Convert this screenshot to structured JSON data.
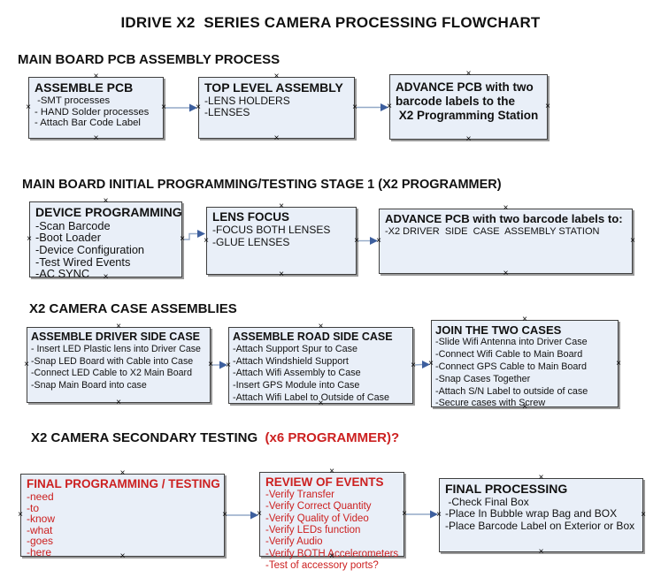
{
  "title": "IDRIVE X2  SERIES CAMERA PROCESSING FLOWCHART",
  "decor": {
    "handle_glyph": "×"
  },
  "colors": {
    "accent-red": "#cc2020",
    "box-fill": "#e9eff8",
    "box-border": "#3f3f3f",
    "box-shadow": "#9a9a9a",
    "arrow-line": "#93a9c7",
    "arrow-head": "#3d5f9e",
    "text": "#111111",
    "background": "#ffffff"
  },
  "sections": [
    {
      "heading": "MAIN BOARD PCB ASSEMBLY PROCESS",
      "boxes": [
        {
          "title": "ASSEMBLE PCB",
          "items": [
            " -SMT processes",
            "- HAND Solder processes",
            "- Attach Bar Code Label"
          ]
        },
        {
          "title": "TOP LEVEL ASSEMBLY",
          "items": [
            "-LENS HOLDERS",
            "-LENSES"
          ]
        },
        {
          "title": "ADVANCE PCB with two\nbarcode labels to the\n X2 Programming Station",
          "items": []
        }
      ]
    },
    {
      "heading": "MAIN BOARD INITIAL PROGRAMMING/TESTING STAGE 1 (X2 PROGRAMMER)",
      "boxes": [
        {
          "title": "DEVICE PROGRAMMING",
          "items": [
            "-Scan Barcode",
            "-Boot Loader",
            "-Device Configuration",
            "-Test Wired Events",
            "-AC SYNC"
          ]
        },
        {
          "title": "LENS FOCUS",
          "items": [
            "-FOCUS BOTH LENSES",
            "-GLUE LENSES"
          ]
        },
        {
          "title": "ADVANCE PCB with two barcode labels to:",
          "items": [
            "-X2 DRIVER  SIDE  CASE  ASSEMBLY STATION"
          ]
        }
      ]
    },
    {
      "heading": "X2 CAMERA CASE ASSEMBLIES",
      "boxes": [
        {
          "title": "ASSEMBLE DRIVER SIDE CASE",
          "items": [
            "- Insert LED Plastic lens into Driver Case",
            "-Snap LED Board with Cable into Case",
            "-Connect LED Cable to X2 Main Board",
            "-Snap Main Board into case"
          ]
        },
        {
          "title": "ASSEMBLE ROAD SIDE CASE",
          "items": [
            "-Attach Support Spur to Case",
            "-Attach Windshield Support",
            "-Attach Wifi Assembly to Case",
            "-Insert GPS Module into Case",
            "-Attach Wifi Label to Outside of Case"
          ]
        },
        {
          "title": "JOIN THE TWO CASES",
          "items": [
            "-Slide Wifi Antenna into Driver Case",
            "-Connect Wifi Cable to Main Board",
            "-Connect GPS Cable to Main Board",
            "-Snap Cases Together",
            "-Attach S/N Label to outside of case",
            "-Secure cases with Screw"
          ]
        }
      ]
    },
    {
      "heading": "X2 CAMERA SECONDARY TESTING",
      "heading_suffix": "  (x6 PROGRAMMER)?",
      "boxes": [
        {
          "title": "FINAL PROGRAMMING / TESTING",
          "items": [
            "-need",
            "-to",
            "-know",
            "-what",
            "-goes",
            "-here"
          ]
        },
        {
          "title": "REVIEW OF EVENTS",
          "items": [
            "-Verify Transfer",
            "-Verify Correct Quantity",
            "-Verify Quality of Video",
            "-Verify LEDs function",
            "-Verify Audio",
            "-Verify BOTH Accelerometers",
            "-Test of accessory ports?"
          ]
        },
        {
          "title": "FINAL PROCESSING",
          "items": [
            " -Check Final Box",
            "-Place In Bubble wrap Bag and BOX",
            "-Place Barcode Label on Exterior or Box"
          ]
        }
      ]
    }
  ]
}
